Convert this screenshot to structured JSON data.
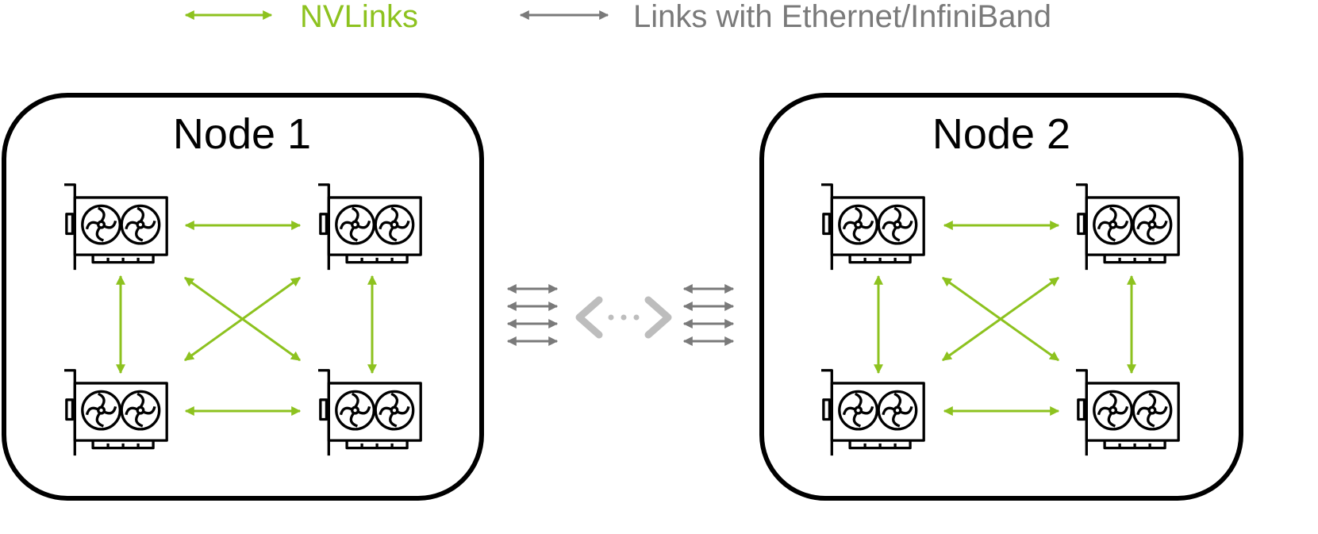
{
  "legend": {
    "nvlink_label": "NVLinks",
    "ethernet_label": "Links with Ethernet/InfiniBand"
  },
  "colors": {
    "nvlink": "#8dc21f",
    "ethernet": "#7a7a7a",
    "ellipsis": "#bdbdbd",
    "gpu": "#000000",
    "node_border": "#000000"
  },
  "nodes": [
    {
      "title": "Node 1",
      "gpu_count": 4,
      "gpu_icon": "gpu-card-icon"
    },
    {
      "title": "Node 2",
      "gpu_count": 4,
      "gpu_icon": "gpu-card-icon"
    }
  ],
  "interconnect": {
    "left_link_count": 4,
    "right_link_count": 4,
    "separator_icon": "chevrons-ellipsis-icon"
  }
}
